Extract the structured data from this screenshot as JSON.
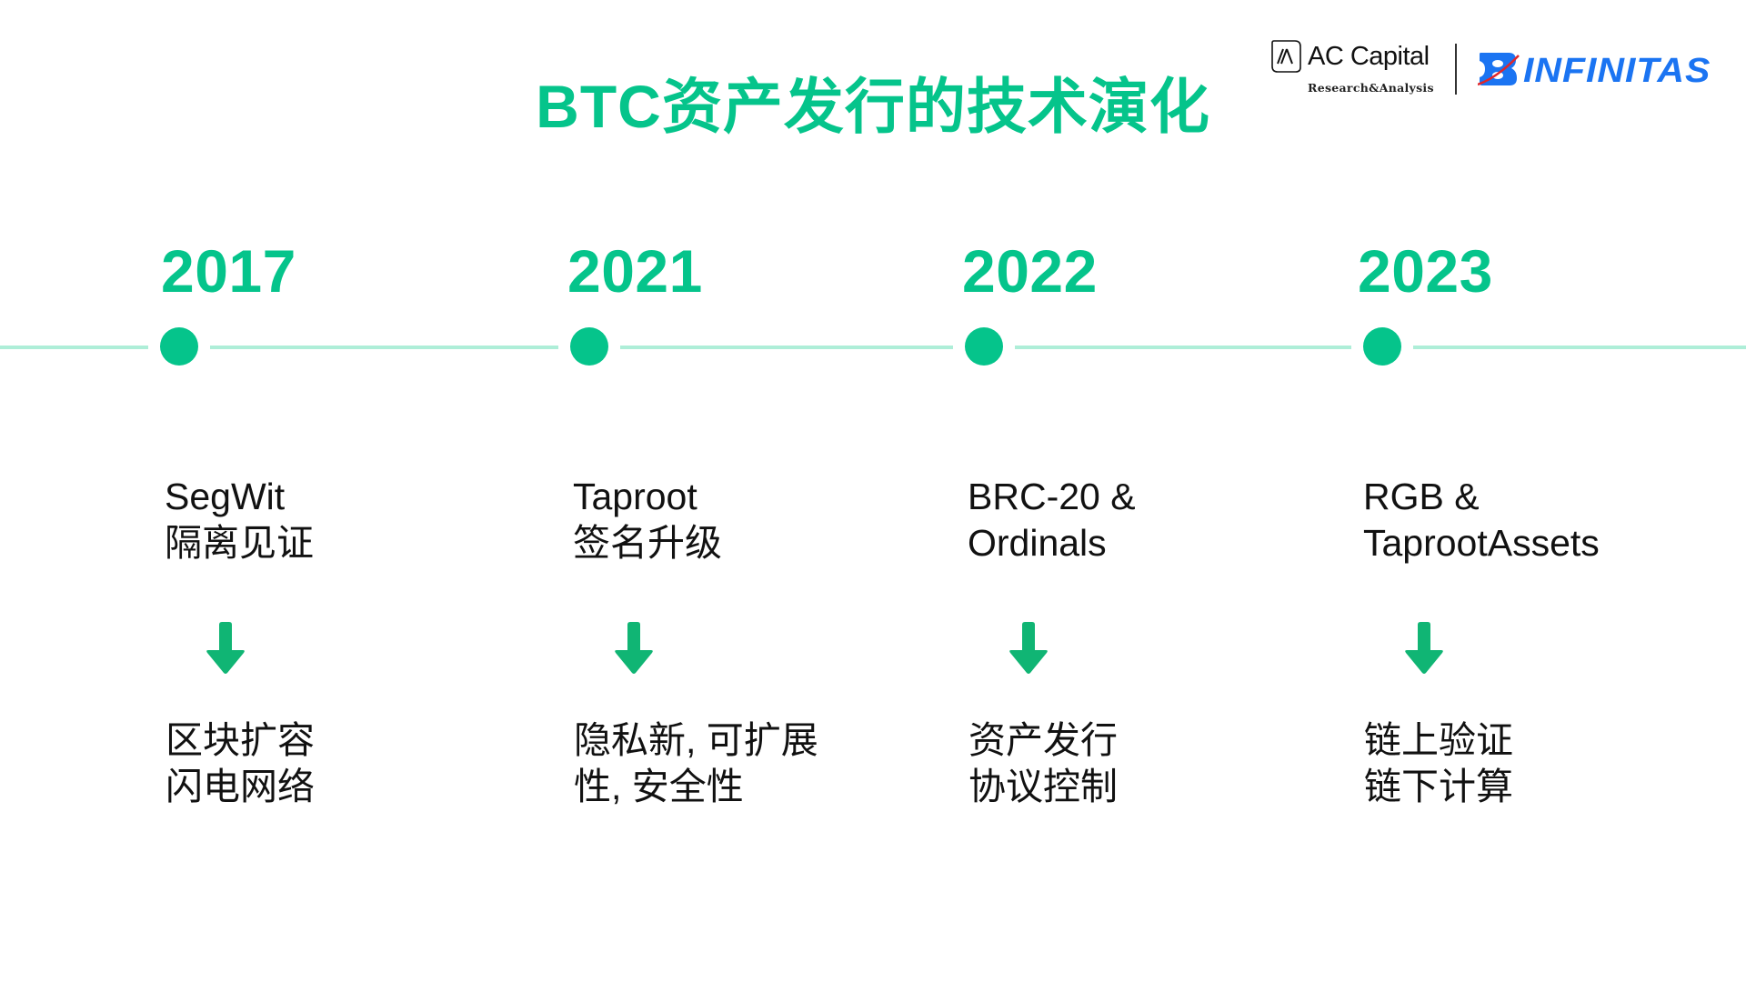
{
  "title": "BTC资产发行的技术演化",
  "logos": {
    "ac_capital": {
      "name": "AC Capital",
      "subtitle": "Research&Analysis",
      "icon": "ac-capital-mark-icon"
    },
    "infinitas": {
      "name": "INFINITAS",
      "icon": "infinitas-b-mark-icon",
      "color": "#1b74f2"
    }
  },
  "colors": {
    "accent": "#05c48b",
    "timeline_line": "#aeeed8",
    "arrow": "#10b574",
    "text": "#111111"
  },
  "timeline": [
    {
      "year": "2017",
      "tech_lines": [
        "SegWit",
        "隔离见证"
      ],
      "arrow_icon": "arrow-down-icon",
      "outcome_lines": [
        "区块扩容",
        "闪电网络"
      ]
    },
    {
      "year": "2021",
      "tech_lines": [
        "Taproot",
        "签名升级"
      ],
      "arrow_icon": "arrow-down-icon",
      "outcome_lines": [
        "隐私新, 可扩展",
        "性, 安全性"
      ]
    },
    {
      "year": "2022",
      "tech_lines": [
        "BRC-20 &",
        "Ordinals"
      ],
      "arrow_icon": "arrow-down-icon",
      "outcome_lines": [
        "资产发行",
        "协议控制"
      ]
    },
    {
      "year": "2023",
      "tech_lines": [
        "RGB &",
        "TaprootAssets"
      ],
      "arrow_icon": "arrow-down-icon",
      "outcome_lines": [
        "链上验证",
        "链下计算"
      ]
    }
  ]
}
